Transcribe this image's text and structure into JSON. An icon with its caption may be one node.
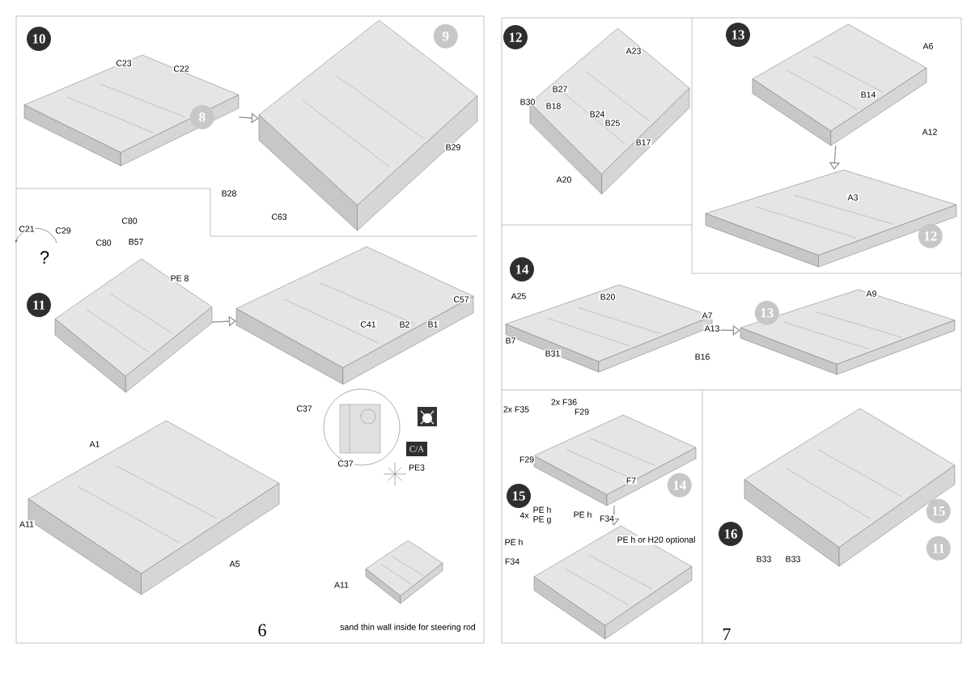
{
  "diagram": {
    "nodes": [
      {
        "text": [
          "10"
        ]
      },
      {
        "text": [],
        "shape": "picture"
      },
      {
        "text": [
          "8"
        ],
        "in": 1
      },
      {
        "text": [],
        "shape": "picture"
      },
      {
        "text": [
          "9"
        ],
        "in": 3
      },
      {
        "text": [
          "11"
        ]
      },
      {
        "text": [],
        "shape": "picture"
      },
      {
        "text": [],
        "shape": "picture"
      },
      {
        "text": [],
        "shape": "picture"
      },
      {
        "text": [],
        "shape": "picture"
      },
      {
        "text": [
          "12"
        ]
      },
      {
        "text": [],
        "shape": "picture"
      },
      {
        "text": [
          "13"
        ]
      },
      {
        "text": [],
        "shape": "picture"
      },
      {
        "text": [],
        "shape": "picture"
      },
      {
        "text": [
          "12"
        ],
        "in": 14
      },
      {
        "text": [
          "14"
        ]
      },
      {
        "text": [],
        "shape": "picture"
      },
      {
        "text": [],
        "shape": "picture"
      },
      {
        "text": [
          "13"
        ],
        "in": 18
      },
      {
        "text": [],
        "shape": "picture"
      },
      {
        "text": [
          "14"
        ],
        "in": 20
      },
      {
        "text": [
          "15"
        ]
      },
      {
        "text": [],
        "shape": "picture"
      },
      {
        "text": [
          "16"
        ]
      },
      {
        "text": [],
        "shape": "picture"
      },
      {
        "text": [
          "15"
        ],
        "in": 25
      },
      {
        "text": [
          "11"
        ],
        "in": 25
      }
    ],
    "edges": [
      {
        "from": 1,
        "to": 3,
        "arrow": "to"
      },
      {
        "from": 6,
        "to": 7,
        "arrow": "to"
      },
      {
        "from": 13,
        "to": 14,
        "arrow": "to"
      },
      {
        "from": 17,
        "to": 18,
        "arrow": "to"
      },
      {
        "from": 20,
        "to": 23,
        "arrow": "to"
      }
    ],
    "labels": [
      "C23",
      "C22",
      "B29",
      "B28",
      "C63",
      "C80",
      "C21",
      "C29",
      "C80",
      "B57",
      "?",
      "PE 8",
      "C57",
      "C41",
      "B2",
      "B1",
      "C37",
      "C37",
      "C/A",
      "PE3",
      "A1",
      "A11",
      "A5",
      "A11",
      "sand thin wall inside for steering rod",
      "6",
      "A23",
      "B27",
      "B30",
      "B18",
      "B24",
      "B25",
      "B17",
      "A20",
      "A6",
      "B14",
      "A12",
      "A3",
      "A25",
      "B20",
      "A9",
      "A7",
      "A13",
      "B7",
      "B31",
      "B16",
      "2x F35",
      "2x F36",
      "F29",
      "F29",
      "F7",
      "4x",
      "PE h",
      "PE g",
      "PE h",
      "F34",
      "PE h",
      "PE h or H20 optional",
      "F34",
      "B33",
      "B33",
      "7"
    ]
  }
}
